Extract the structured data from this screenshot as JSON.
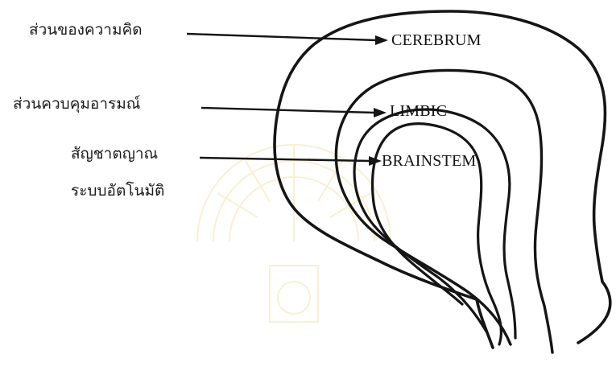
{
  "colors": {
    "background": "#ffffff",
    "ink": "#151515",
    "watermark": "#f2d27a"
  },
  "labels": {
    "thinking_thai": "ส่วนของความคิด",
    "emotion_thai": "ส่วนควบคุมอารมณ์",
    "instinct_thai": "สัญชาตญาณ",
    "autonomic_thai": "ระบบอัตโนมัติ"
  },
  "regions": {
    "cerebrum": "CEREBRUM",
    "limbic": "LIMBIC",
    "brainstem": "BRAINSTEM"
  }
}
